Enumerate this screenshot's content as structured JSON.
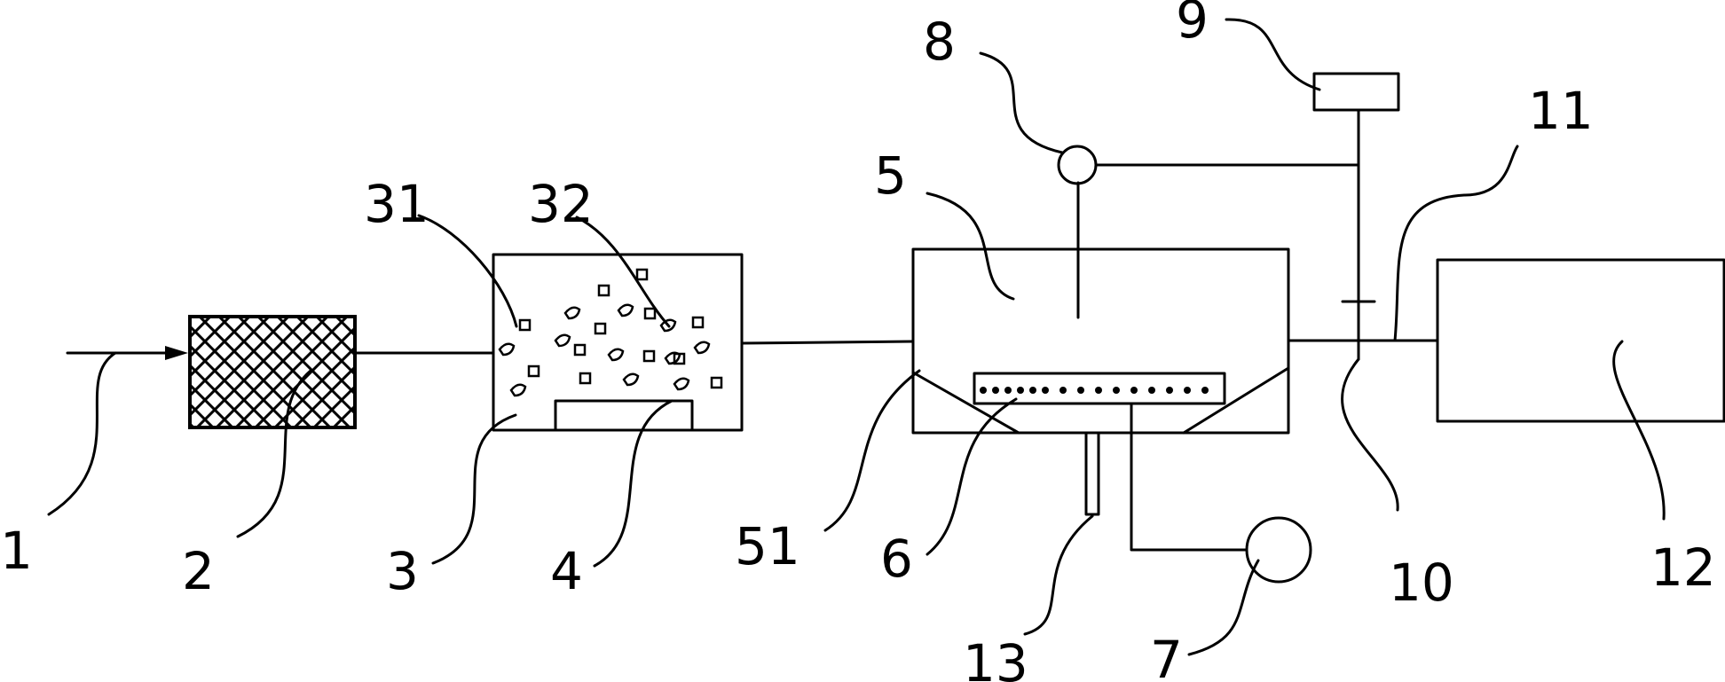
{
  "labels": {
    "l1": "1",
    "l2": "2",
    "l3": "3",
    "l4": "4",
    "l5": "5",
    "l51": "51",
    "l6": "6",
    "l7": "7",
    "l8": "8",
    "l9": "9",
    "l10": "10",
    "l11": "11",
    "l12": "12",
    "l13": "13",
    "l31": "31",
    "l32": "32"
  }
}
